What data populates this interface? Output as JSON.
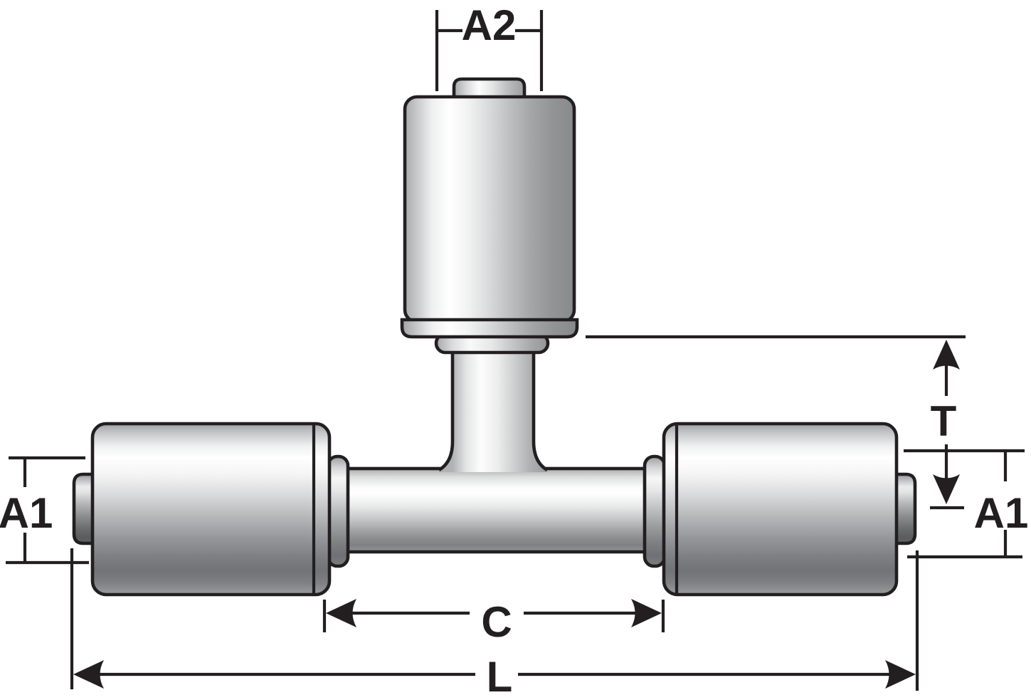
{
  "page": {
    "background": "#ffffff"
  },
  "drawing": {
    "description": "Side-view technical drawing of a tee-shaped hose fitting: two horizontal crimp ferrules joined by a tube, with a vertical crimp port on top, annotated with dimension lines",
    "ink_color": "#231f20",
    "metal_colors": {
      "highlight": "#ffffff",
      "light": "#e9eaea",
      "mid": "#aaacae",
      "shadow": "#6a6c6e"
    }
  },
  "dimensions": {
    "a2": {
      "label": "A2"
    },
    "a1_left": {
      "label": "A1"
    },
    "a1_right": {
      "label": "A1"
    },
    "t": {
      "label": "T"
    },
    "c": {
      "label": "C"
    },
    "l": {
      "label": "L"
    }
  }
}
